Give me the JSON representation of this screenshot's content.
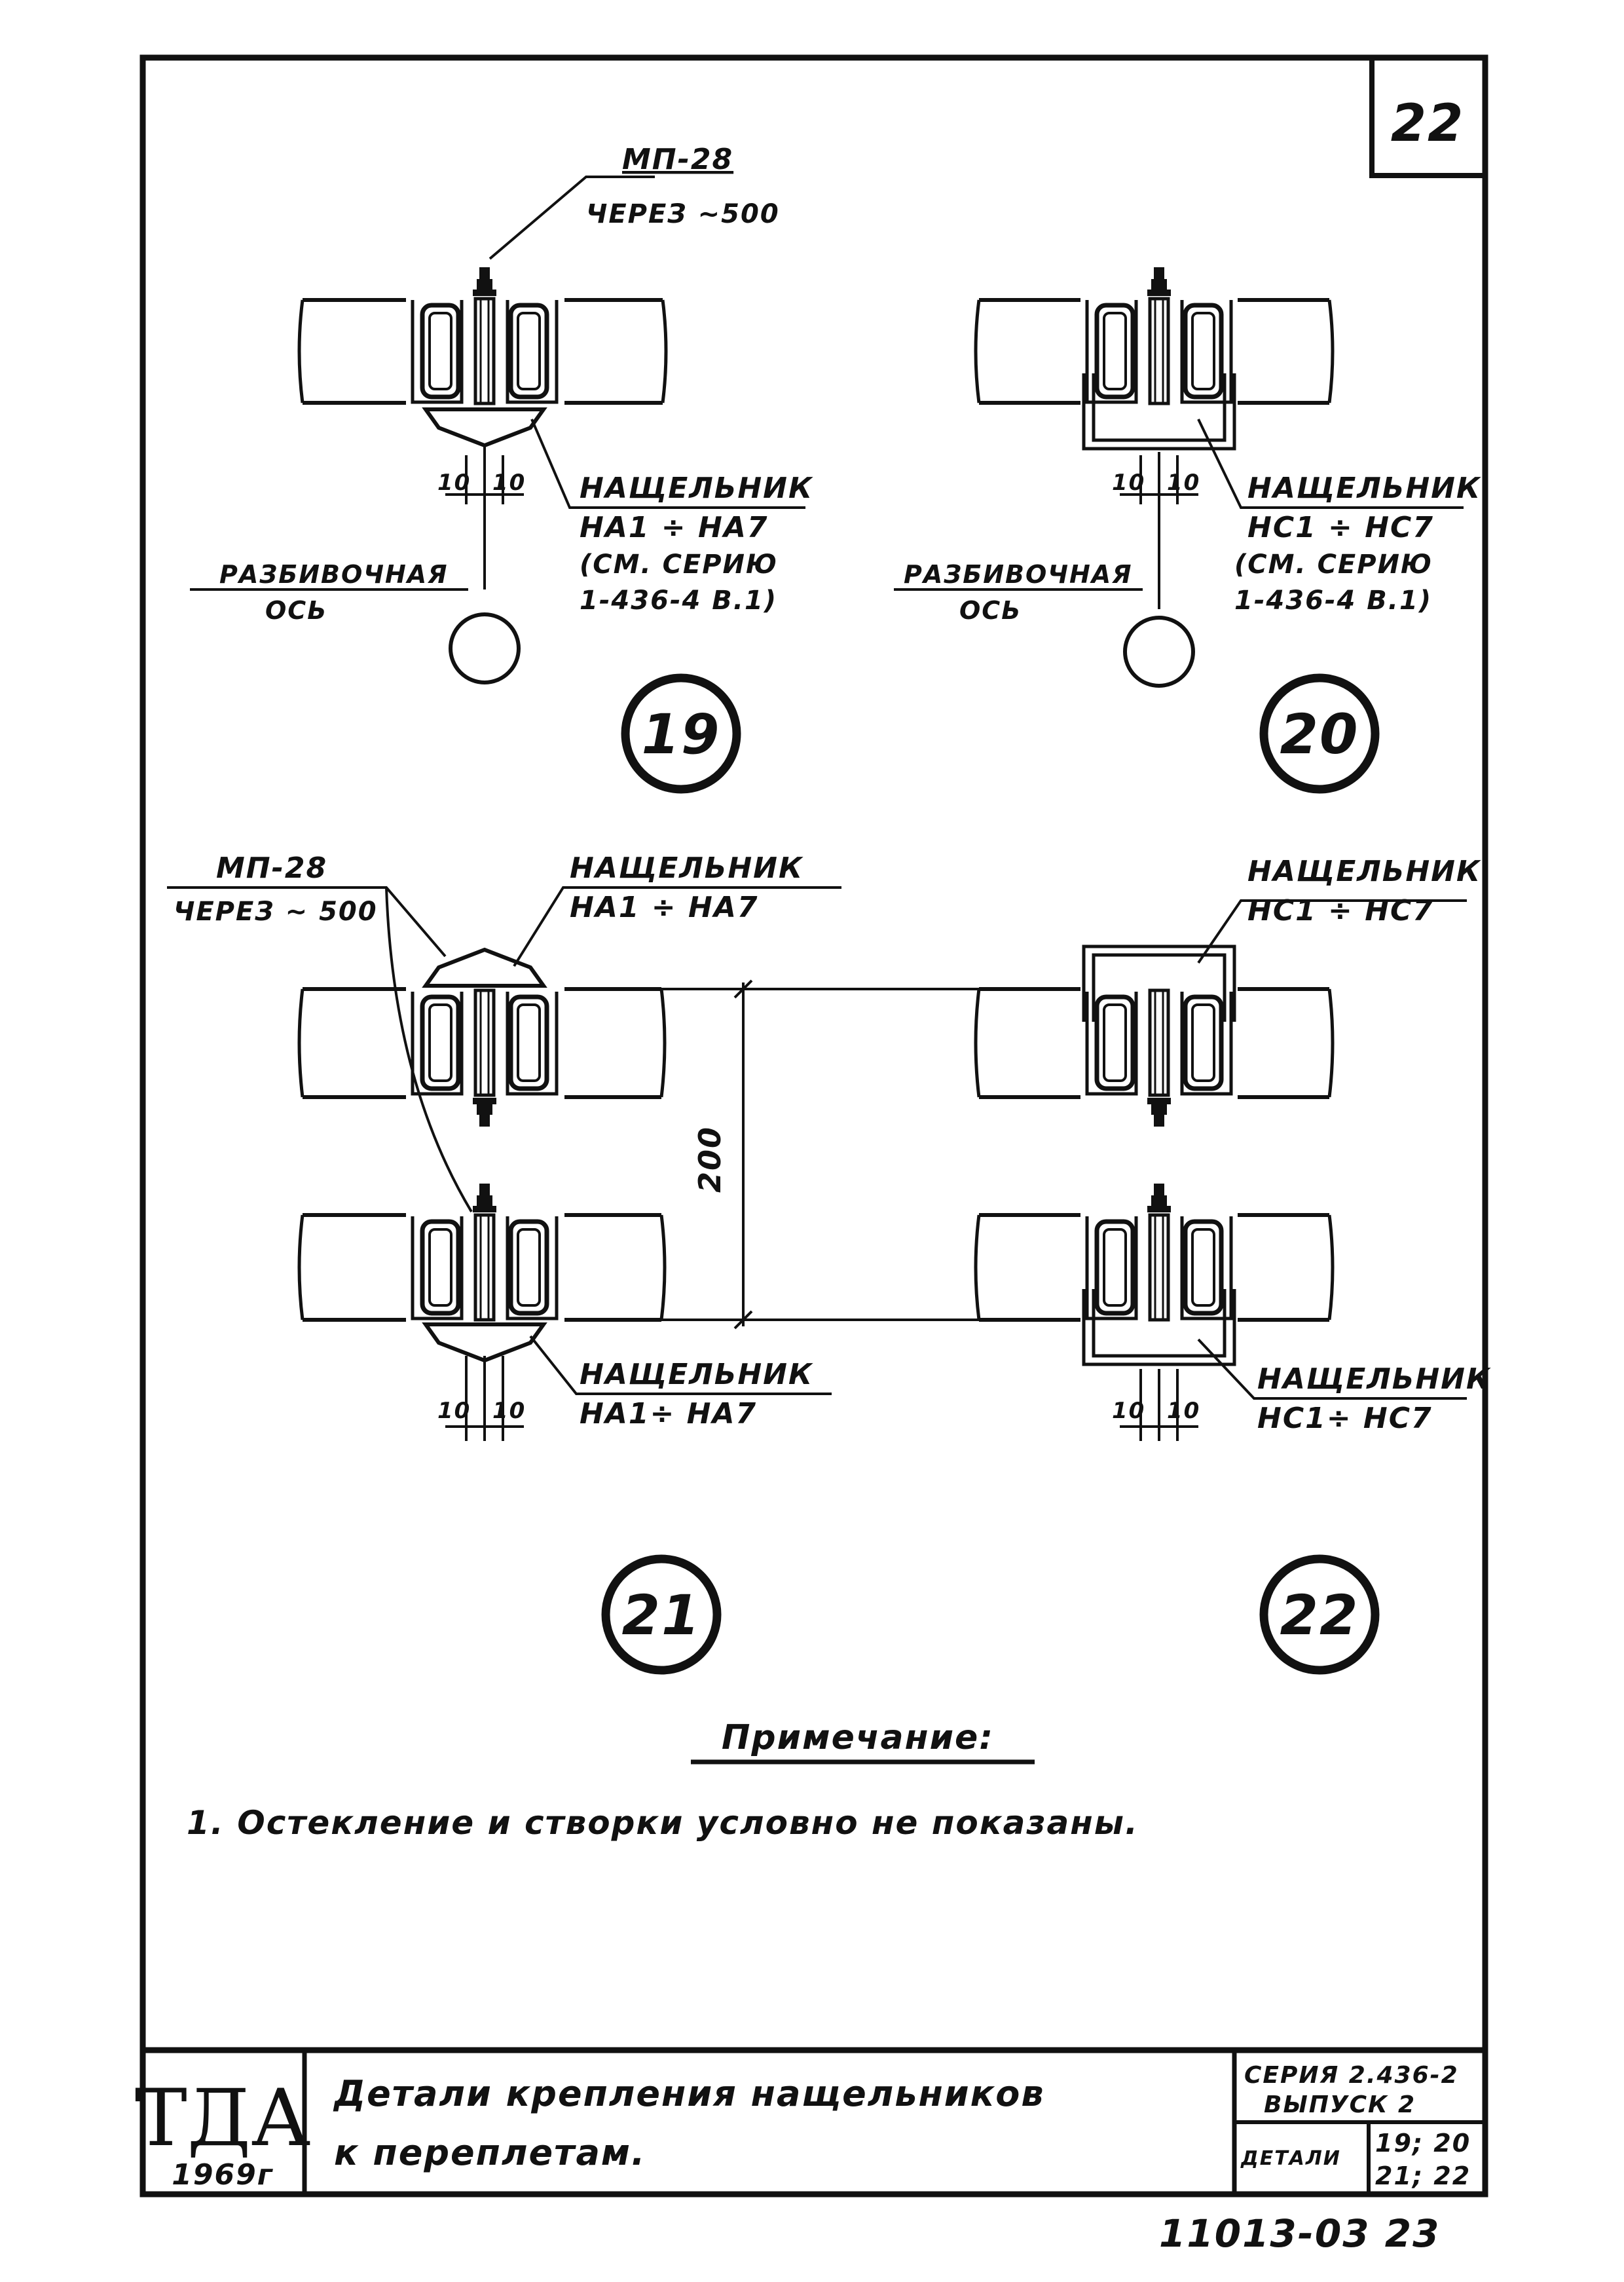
{
  "sheet": {
    "page_number": "22",
    "stamp": "11013-03   23"
  },
  "details": [
    {
      "number": "19",
      "bolt": "МП-28",
      "bolt_spacing": "ЧЕРЕЗ ~500",
      "strip_label": "НАЩЕЛЬНИК",
      "strip_range": "НА1 ÷ НА7",
      "reference_1": "(СМ. СЕРИЮ",
      "reference_2": "1-436-4 В.1)",
      "axis_1": "РАЗБИВОЧНАЯ",
      "axis_2": "ОСЬ",
      "dim_a": "10",
      "dim_b": "10"
    },
    {
      "number": "20",
      "strip_label": "НАЩЕЛЬНИК",
      "strip_range": "НС1 ÷ НС7",
      "reference_1": "(СМ. СЕРИЮ",
      "reference_2": "1-436-4 В.1)",
      "axis_1": "РАЗБИВОЧНАЯ",
      "axis_2": "ОСЬ",
      "dim_a": "10",
      "dim_b": "10"
    },
    {
      "number": "21",
      "bolt": "МП-28",
      "bolt_spacing": "ЧЕРЕЗ ~ 500",
      "strip_label_top": "НАЩЕЛЬНИК",
      "strip_range_top": "НА1 ÷ НА7",
      "strip_label_bottom": "НАЩЕЛЬНИК",
      "strip_range_bottom": "НА1÷ НА7",
      "dim_gap": "200",
      "dim_a": "10",
      "dim_b": "10"
    },
    {
      "number": "22",
      "strip_label_top": "НАЩЕЛЬНИК",
      "strip_range_top": "НС1 ÷ НС7",
      "strip_label_bottom": "НАЩЕЛЬНИК",
      "strip_range_bottom": "НС1÷ НС7",
      "dim_a": "10",
      "dim_b": "10"
    }
  ],
  "note": {
    "heading": "Примечание:",
    "text": "1. Остекление и створки условно не показаны."
  },
  "title_block": {
    "org": "ТДА",
    "year": "1969г",
    "title_line_1": "Детали крепления нащельников",
    "title_line_2": "к переплетам.",
    "series_label": "СЕРИЯ 2.436-2",
    "issue_label": "ВЫПУСК 2",
    "detail_label": "ДЕТАЛИ",
    "detail_numbers_1": "19; 20",
    "detail_numbers_2": "21; 22"
  }
}
